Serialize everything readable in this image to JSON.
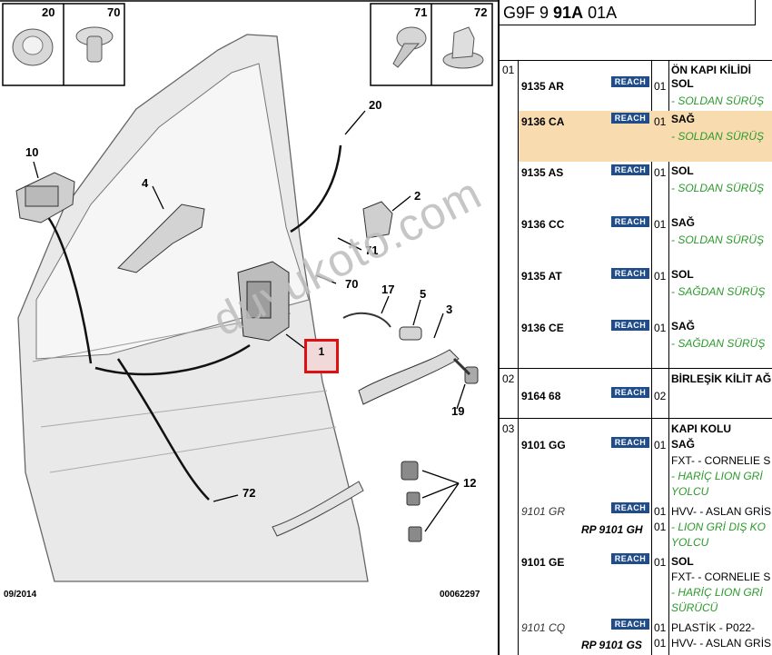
{
  "diagram": {
    "thumbnails": [
      {
        "num": "20",
        "icon": "grommet-icon"
      },
      {
        "num": "70",
        "icon": "clip-icon"
      },
      {
        "num": "71",
        "icon": "screw-icon"
      },
      {
        "num": "72",
        "icon": "cable-clip-icon"
      }
    ],
    "callouts": [
      "10",
      "4",
      "20",
      "2",
      "71",
      "70",
      "17",
      "5",
      "3",
      "19",
      "12",
      "72"
    ],
    "selected_callout": "1",
    "date_code": "09/2014",
    "drawing_number": "00062297",
    "watermark": "duyukoto.com"
  },
  "parts": {
    "header_code_prefix": "G9F 9",
    "header_code_bold": "91A",
    "header_code_suffix": "01A",
    "badge_label": "REACH",
    "groups": [
      {
        "num": "01",
        "title": "ÖN KAPI KİLİDİ",
        "rows": [
          {
            "ref": "9135 AR",
            "ref_italic": false,
            "qty": "01",
            "desc1": "SOL",
            "desc2": "- SOLDAN SÜRÜŞ",
            "highlight": false
          },
          {
            "ref": "9136 CA",
            "ref_italic": false,
            "qty": "01",
            "desc1": "SAĞ",
            "desc2": "- SOLDAN SÜRÜŞ",
            "highlight": true
          },
          {
            "ref": "9135 AS",
            "ref_italic": false,
            "qty": "01",
            "desc1": "SOL",
            "desc2": "- SOLDAN SÜRÜŞ",
            "highlight": false
          },
          {
            "ref": "9136 CC",
            "ref_italic": false,
            "qty": "01",
            "desc1": "SAĞ",
            "desc2": "- SOLDAN SÜRÜŞ",
            "highlight": false
          },
          {
            "ref": "9135 AT",
            "ref_italic": false,
            "qty": "01",
            "desc1": "SOL",
            "desc2": "- SAĞDAN SÜRÜŞ",
            "highlight": false
          },
          {
            "ref": "9136 CE",
            "ref_italic": false,
            "qty": "01",
            "desc1": "SAĞ",
            "desc2": "- SAĞDAN SÜRÜŞ",
            "highlight": false
          }
        ]
      },
      {
        "num": "02",
        "title": "BİRLEŞİK KİLİT AĞ",
        "rows": [
          {
            "ref": "9164 68",
            "qty": "02"
          }
        ]
      },
      {
        "num": "03",
        "title": "KAPI KOLU",
        "rows": [
          {
            "ref": "9101 GG",
            "qty": "01",
            "lines": [
              "SAĞ",
              "FXT- - CORNELIE S",
              "- HARİÇ LION GRİ",
              "YOLCU"
            ]
          },
          {
            "ref": "9101 GR",
            "ref2": "RP 9101 GH",
            "qty": "01",
            "qty2": "01",
            "lines": [
              "HVV- - ASLAN GRİS",
              "- LION GRİ DIŞ KO",
              "YOLCU"
            ]
          },
          {
            "ref": "9101 GE",
            "qty": "01",
            "lines": [
              "SOL",
              "FXT- - CORNELIE S",
              "- HARİÇ LION GRİ",
              "SÜRÜCÜ"
            ]
          },
          {
            "ref": "9101 CQ",
            "ref2": "RP 9101 GS",
            "qty": "01",
            "qty2": "01",
            "lines": [
              "PLASTİK - P022-",
              "HVV- - ASLAN GRİS"
            ]
          }
        ]
      }
    ]
  }
}
